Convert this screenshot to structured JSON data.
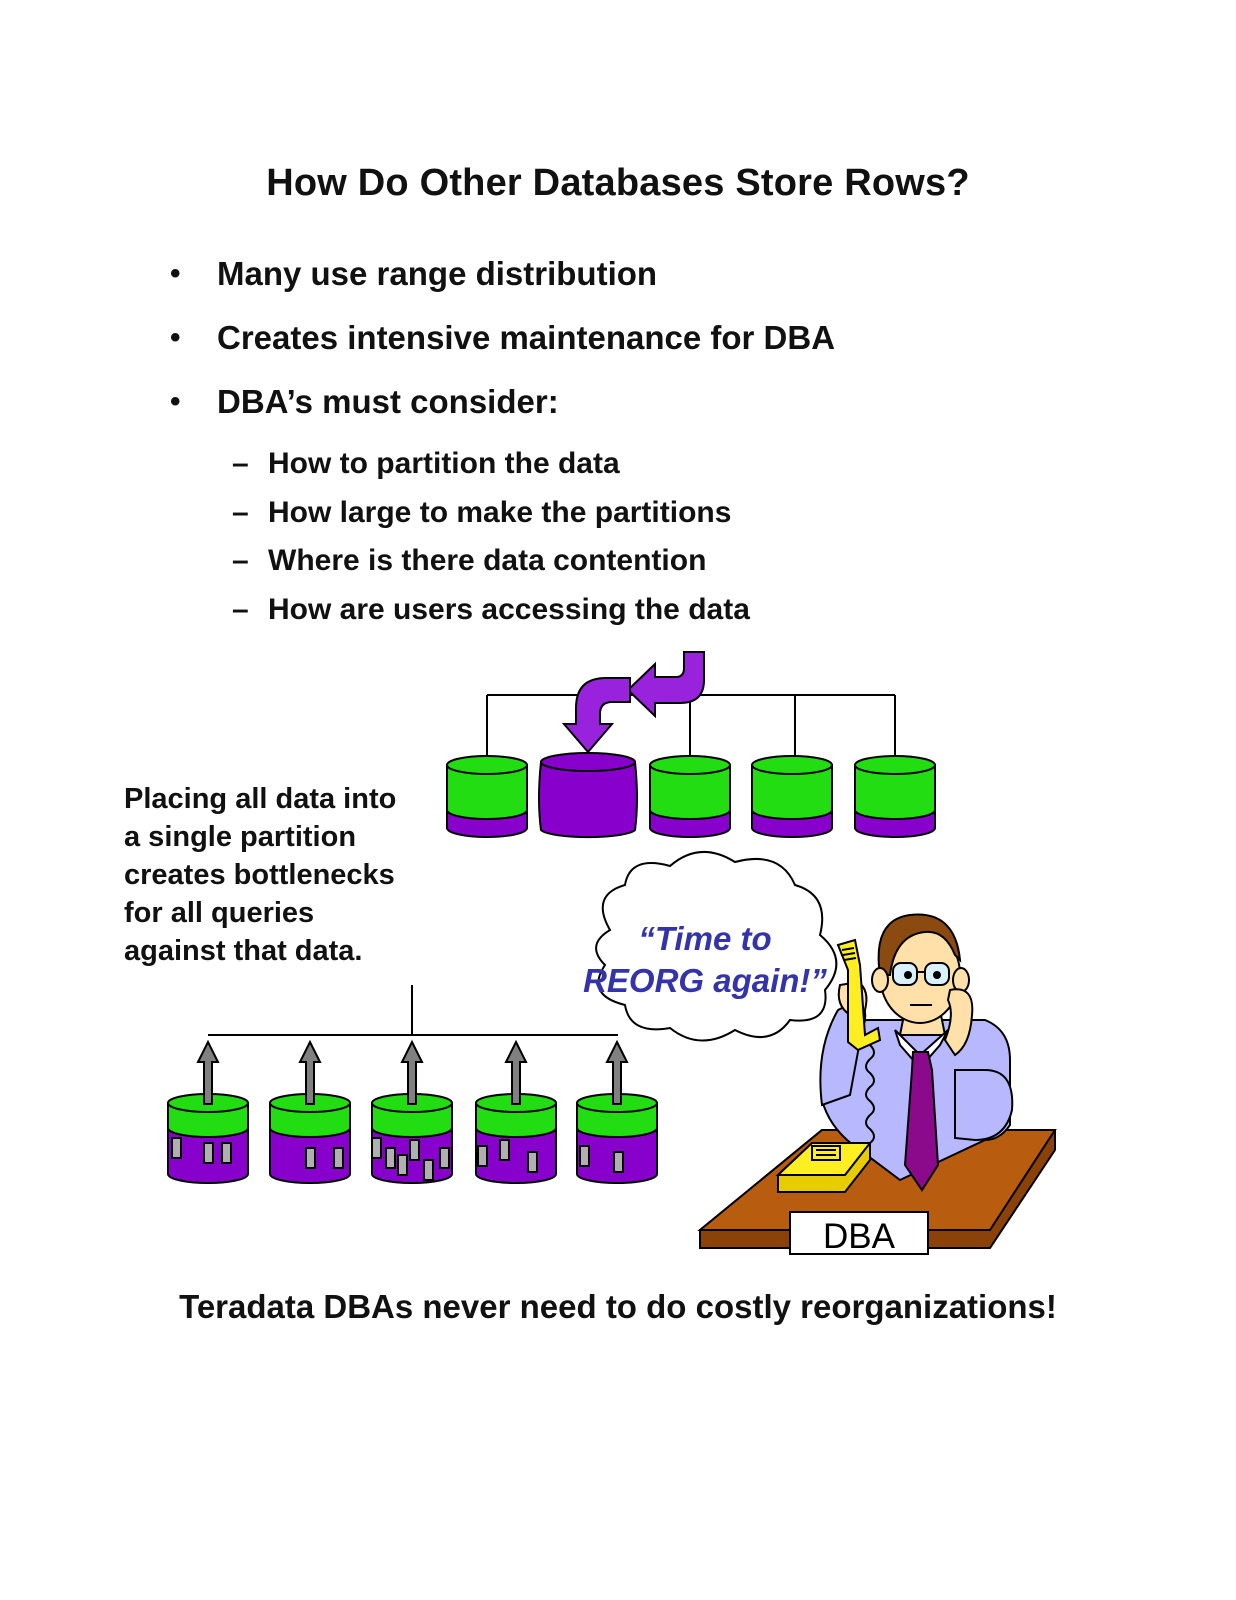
{
  "title": "How Do Other Databases Store Rows?",
  "bullets": [
    "Many use range distribution",
    "Creates intensive maintenance for DBA",
    "DBA’s must consider:"
  ],
  "sub_bullets": [
    "How to partition the data",
    "How large to make the partitions",
    "Where is there data contention",
    "How are users accessing the data"
  ],
  "side_note": [
    "Placing all data into",
    "a single partition",
    "creates bottlenecks",
    "for all queries",
    "against that data."
  ],
  "speech": [
    "“Time to",
    "REORG again!”"
  ],
  "desk_sign": "DBA",
  "footer": "Teradata DBAs never need to do costly reorganizations!",
  "colors": {
    "disk_green": "#22dd11",
    "disk_purple": "#8800cc",
    "arrow_purple": "#9922dd",
    "speech_blue": "#3333aa",
    "desk_brown": "#b85c10",
    "phone_yellow": "#ffee22",
    "shirt_lavender": "#b8b8ff",
    "tie_purple": "#8b0a8b",
    "up_arrow_gray": "#808080"
  }
}
